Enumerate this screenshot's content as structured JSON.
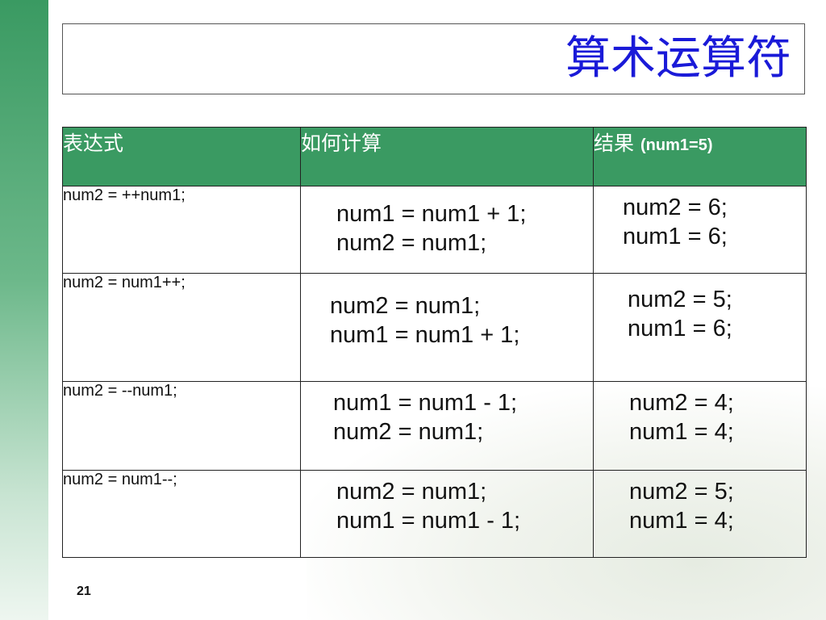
{
  "slide": {
    "title": "算术运算符",
    "page_number": "21"
  },
  "table": {
    "headers": [
      "表达式",
      "如何计算",
      "结果"
    ],
    "result_note": "(num1=5)",
    "rows": [
      {
        "expr": "num2 = ++num1;",
        "calc": [
          "num1 = num1 + 1;",
          "num2 = num1;"
        ],
        "result": [
          "num2 = 6;",
          "num1 = 6;"
        ]
      },
      {
        "expr": "num2 = num1++;",
        "calc": [
          "num2 = num1;",
          "num1 = num1 + 1;"
        ],
        "result": [
          "num2 = 5;",
          "num1 = 6;"
        ]
      },
      {
        "expr": "num2 = --num1;",
        "calc": [
          "num1 = num1 - 1;",
          "num2 = num1;"
        ],
        "result": [
          "num2 = 4;",
          "num1 = 4;"
        ]
      },
      {
        "expr": "num2 = num1--;",
        "calc": [
          "num2 = num1;",
          "num1 = num1 - 1;"
        ],
        "result": [
          "num2 = 5;",
          "num1 = 4;"
        ]
      }
    ]
  },
  "colors": {
    "accent_green": "#3a9a62",
    "title_blue": "#1a1ad8"
  }
}
